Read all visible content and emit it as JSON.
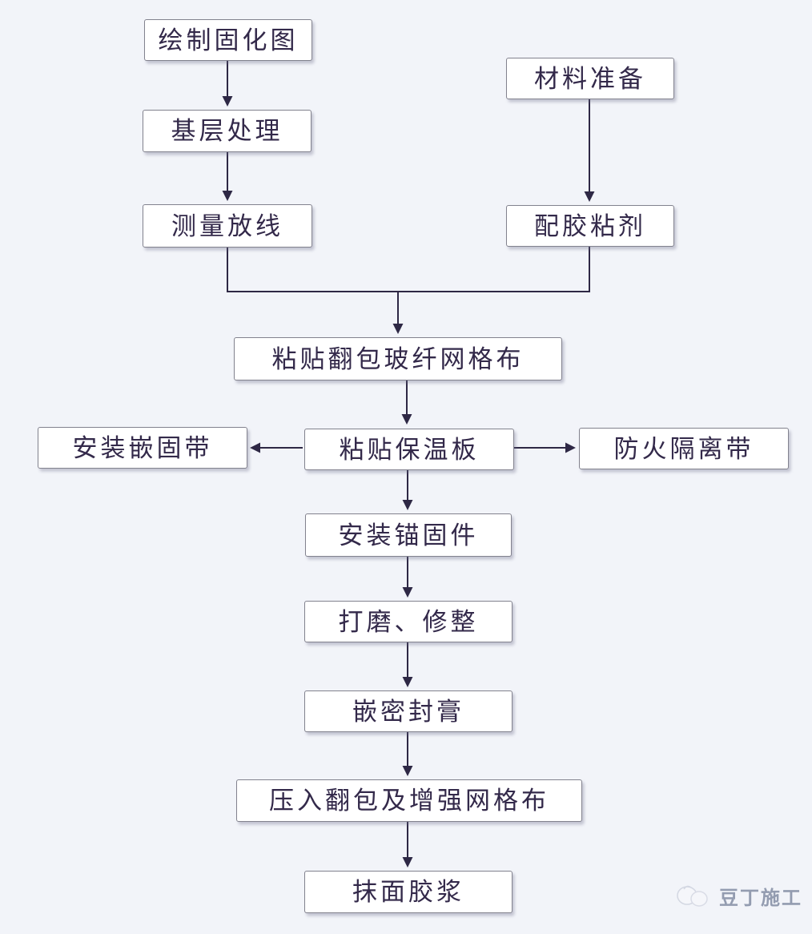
{
  "diagram": {
    "type": "flowchart",
    "language": "zh-CN",
    "colors": {
      "background": "#f2f4f9",
      "node_fill": "#ffffff",
      "node_border": "#82828e",
      "line": "#2e2845",
      "text": "#33294a",
      "watermark_text": "#939cb0"
    },
    "nodes": [
      {
        "id": "draw-curing-diagram",
        "label": "绘制固化图"
      },
      {
        "id": "base-surface-treatment",
        "label": "基层处理"
      },
      {
        "id": "measure-set-out",
        "label": "测量放线"
      },
      {
        "id": "material-preparation",
        "label": "材料准备"
      },
      {
        "id": "prepare-adhesive",
        "label": "配胶粘剂"
      },
      {
        "id": "paste-wrap-fiberglass-mesh",
        "label": "粘贴翻包玻纤网格布"
      },
      {
        "id": "install-embedded-fixing-strip",
        "label": "安装嵌固带"
      },
      {
        "id": "paste-insulation-board",
        "label": "粘贴保温板"
      },
      {
        "id": "fire-isolation-strip",
        "label": "防火隔离带"
      },
      {
        "id": "install-anchors",
        "label": "安装锚固件"
      },
      {
        "id": "grind-trim",
        "label": "打磨、修整"
      },
      {
        "id": "embed-sealing-paste",
        "label": "嵌密封膏"
      },
      {
        "id": "press-in-wrap-and-reinforced-mesh",
        "label": "压入翻包及增强网格布"
      },
      {
        "id": "surface-rendering-mortar",
        "label": "抹面胶浆"
      }
    ],
    "edges": [
      {
        "from": "draw-curing-diagram",
        "to": "base-surface-treatment"
      },
      {
        "from": "base-surface-treatment",
        "to": "measure-set-out"
      },
      {
        "from": "material-preparation",
        "to": "prepare-adhesive"
      },
      {
        "from": "measure-set-out",
        "to": "paste-wrap-fiberglass-mesh"
      },
      {
        "from": "prepare-adhesive",
        "to": "paste-wrap-fiberglass-mesh"
      },
      {
        "from": "paste-wrap-fiberglass-mesh",
        "to": "paste-insulation-board"
      },
      {
        "from": "paste-insulation-board",
        "to": "install-embedded-fixing-strip"
      },
      {
        "from": "paste-insulation-board",
        "to": "fire-isolation-strip"
      },
      {
        "from": "paste-insulation-board",
        "to": "install-anchors"
      },
      {
        "from": "install-anchors",
        "to": "grind-trim"
      },
      {
        "from": "grind-trim",
        "to": "embed-sealing-paste"
      },
      {
        "from": "embed-sealing-paste",
        "to": "press-in-wrap-and-reinforced-mesh"
      },
      {
        "from": "press-in-wrap-and-reinforced-mesh",
        "to": "surface-rendering-mortar"
      }
    ],
    "watermark": {
      "text": "豆丁施工",
      "icon": "docin-mascot-icon"
    }
  }
}
